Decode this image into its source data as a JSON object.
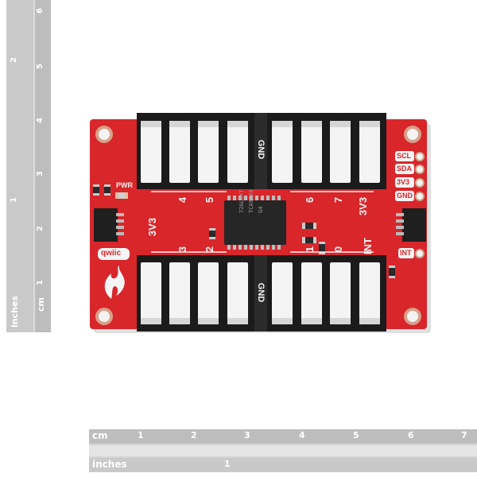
{
  "board": {
    "silkscreen": {
      "left_top": [
        "SCL",
        "SDA",
        "3V3",
        "GND"
      ],
      "int_label": "INT",
      "pwr": "PWR",
      "qwiic": "qwiic",
      "gnd": "GND",
      "v3_left": "3V3",
      "v3_right": "3V3",
      "int_side": "INT",
      "top_numbers": [
        "4",
        "5",
        "6",
        "7"
      ],
      "bottom_numbers": [
        "3",
        "2",
        "1",
        "0"
      ],
      "chip_text": [
        "72AL3YT",
        "TCA9534",
        "G4"
      ]
    }
  },
  "rulers": {
    "vertical": {
      "cm_label": "cm",
      "cm_ticks": [
        "1",
        "2",
        "3",
        "4",
        "5",
        "6"
      ],
      "inch_label": "inches",
      "inch_ticks": [
        "1",
        "2"
      ]
    },
    "horizontal": {
      "cm_label": "cm",
      "cm_ticks": [
        "1",
        "2",
        "3",
        "4",
        "5",
        "6",
        "7"
      ],
      "inch_label": "inches",
      "inch_ticks": [
        "1"
      ]
    }
  },
  "colors": {
    "pcb": "#d8262b",
    "connector": "#1b1b1b",
    "connector_inner": "#f4f4f4",
    "ruler": "#d9d9d9"
  }
}
